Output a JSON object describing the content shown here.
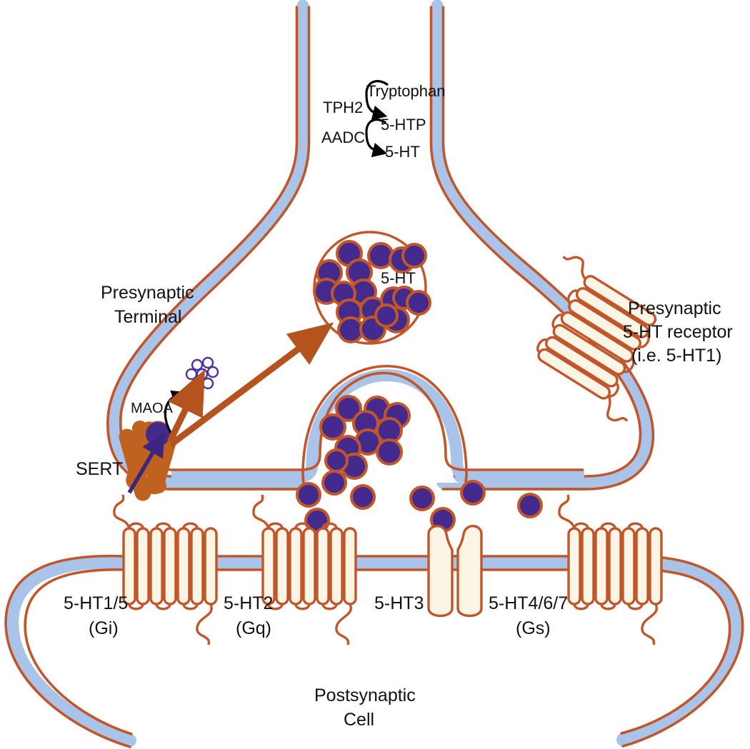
{
  "figure": {
    "title": "Serotonergic synapse signalling diagram",
    "type": "biological-pathway-diagram"
  },
  "colors": {
    "membrane_fill": "#a9c4e8",
    "membrane_outline": "#c0562a",
    "vesicle_outline": "#c0562a",
    "serotonin_fill": "#432a8c",
    "serotonin_ring": "#c0562a",
    "receptor_fill": "#fbf5e6",
    "receptor_outline": "#c0562a",
    "sert_fill": "#c0621f",
    "sert_highlight": "#f2d3a0",
    "metabolite_outline": "#4b30a0",
    "arrow_orange": "#b5531f",
    "arrow_black": "#000000",
    "text": "#111111",
    "background": "#ffffff"
  },
  "labels": {
    "presynaptic_terminal": {
      "line1": "Presynaptic",
      "line2": "Terminal"
    },
    "postsynaptic_cell": {
      "line1": "Postsynaptic",
      "line2": "Cell"
    },
    "presynaptic_receptor": {
      "line1": "Presynaptic",
      "line2": "5-HT receptor",
      "line3": "(i.e. 5-HT1)"
    },
    "vesicle_contents": "5-HT",
    "sert": "SERT",
    "maoa": "MAOA"
  },
  "synthesis_pathway": {
    "steps": [
      {
        "substrate": "Tryptophan",
        "enzyme": "TPH2",
        "product": "5-HTP"
      },
      {
        "substrate": "5-HTP",
        "enzyme": "AADC",
        "product": "5-HT"
      }
    ],
    "substrate_label": "Tryptophan",
    "enzyme_1": "TPH2",
    "intermediate_label": "5-HTP",
    "enzyme_2": "AADC",
    "product_label": "5-HT"
  },
  "postsynaptic_receptors": [
    {
      "id": "5ht1-5",
      "name": "5-HT1/5",
      "gprotein": "(Gi)",
      "helices": 7,
      "kind": "gpcr"
    },
    {
      "id": "5ht2",
      "name": "5-HT2",
      "gprotein": "(Gq)",
      "helices": 7,
      "kind": "gpcr"
    },
    {
      "id": "5ht3",
      "name": "5-HT3",
      "gprotein": "",
      "helices": 0,
      "kind": "ion-channel"
    },
    {
      "id": "5ht4-6-7",
      "name": "5-HT4/6/7",
      "gprotein": "(Gs)",
      "helices": 7,
      "kind": "gpcr"
    }
  ],
  "presynaptic_receptor": {
    "helices": 7,
    "kind": "gpcr",
    "orientation": "diagonal"
  },
  "counts": {
    "vesicle_serotonin_molecules": 20,
    "fused_vesicle_serotonin_molecules": 12,
    "cleft_serotonin_molecules": 9,
    "maoa_metabolites": 6
  }
}
